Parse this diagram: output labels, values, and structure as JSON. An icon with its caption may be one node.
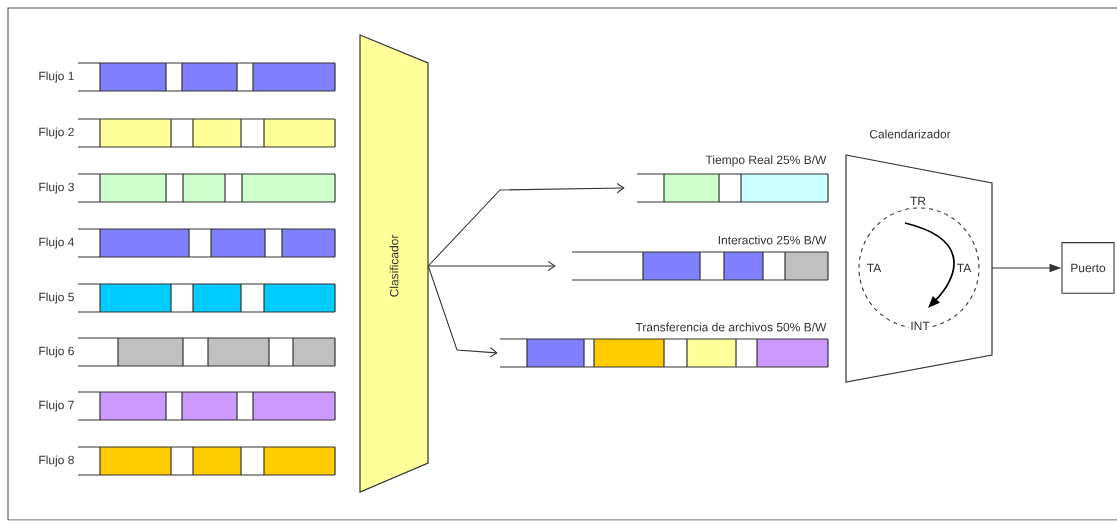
{
  "diagram": {
    "nodes": [
      {
        "text": [],
        "shape": "bar",
        "beside": [
          "Flujo 1"
        ]
      },
      {
        "text": [],
        "shape": "bar",
        "beside": [
          "Flujo 2"
        ]
      },
      {
        "text": [],
        "shape": "bar",
        "beside": [
          "Flujo 3"
        ]
      },
      {
        "text": [],
        "shape": "bar",
        "beside": [
          "Flujo 4"
        ]
      },
      {
        "text": [],
        "shape": "bar",
        "beside": [
          "Flujo 5"
        ]
      },
      {
        "text": [],
        "shape": "bar",
        "beside": [
          "Flujo 6"
        ]
      },
      {
        "text": [],
        "shape": "bar",
        "beside": [
          "Flujo 7"
        ]
      },
      {
        "text": [],
        "shape": "bar",
        "beside": [
          "Flujo 8"
        ]
      },
      {
        "text": [
          "Clasificador"
        ]
      },
      {
        "text": [],
        "shape": "bar",
        "beside": [
          "Tiempo Real 25% B/W"
        ]
      },
      {
        "text": [],
        "shape": "bar",
        "beside": [
          "Interactivo 25% B/W"
        ]
      },
      {
        "text": [],
        "shape": "bar",
        "beside": [
          "Transferencia de archivos 50% B/W"
        ]
      },
      {
        "text": [
          "Calendarizador"
        ]
      },
      {
        "text": [
          "Puerto"
        ]
      }
    ],
    "edges": [
      {
        "from": 8,
        "to": 9,
        "arrow": "to"
      },
      {
        "from": 8,
        "to": 10,
        "arrow": "to"
      },
      {
        "from": 8,
        "to": 11,
        "arrow": "to"
      },
      {
        "from": 12,
        "to": 13,
        "arrow": "to"
      }
    ],
    "labels": [
      "TR",
      "TA",
      "TA",
      "INT"
    ]
  }
}
